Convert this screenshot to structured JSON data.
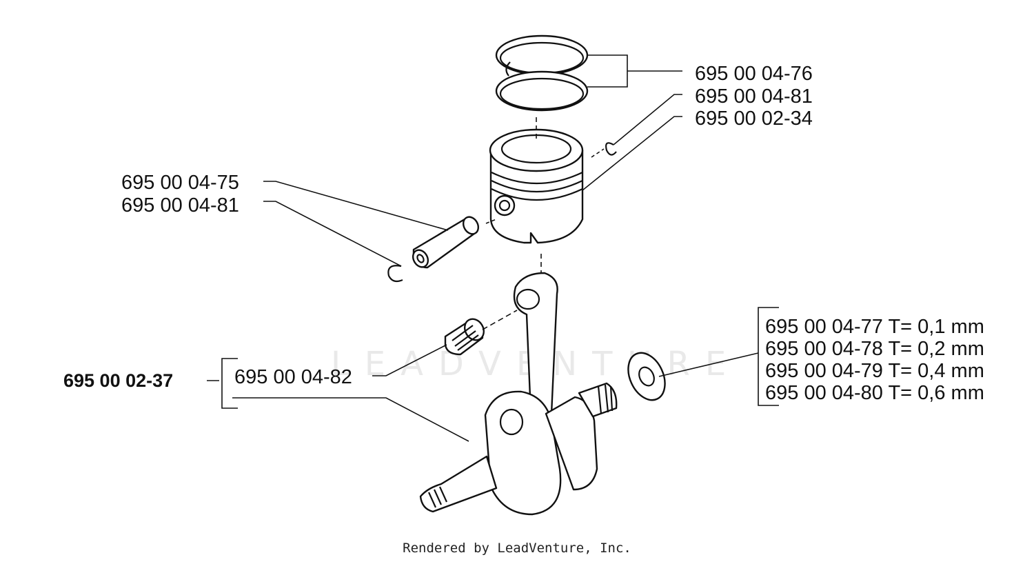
{
  "diagram": {
    "labels": {
      "rings": "695 00 04-76",
      "circlip_right": "695 00 04-81",
      "piston": "695 00 02-34",
      "piston_pin": "695 00 04-75",
      "circlip_left": "695 00 04-81",
      "assembly": "695 00 02-37",
      "needle_bearing": "695 00 04-82",
      "shims": [
        "695 00 04-77 T= 0,1 mm",
        "695 00 04-78 T= 0,2 mm",
        "695 00 04-79 T= 0,4 mm",
        "695 00 04-80 T= 0,6 mm"
      ]
    },
    "watermark": "LEADVENTURE",
    "footer": "Rendered by LeadVenture, Inc."
  }
}
